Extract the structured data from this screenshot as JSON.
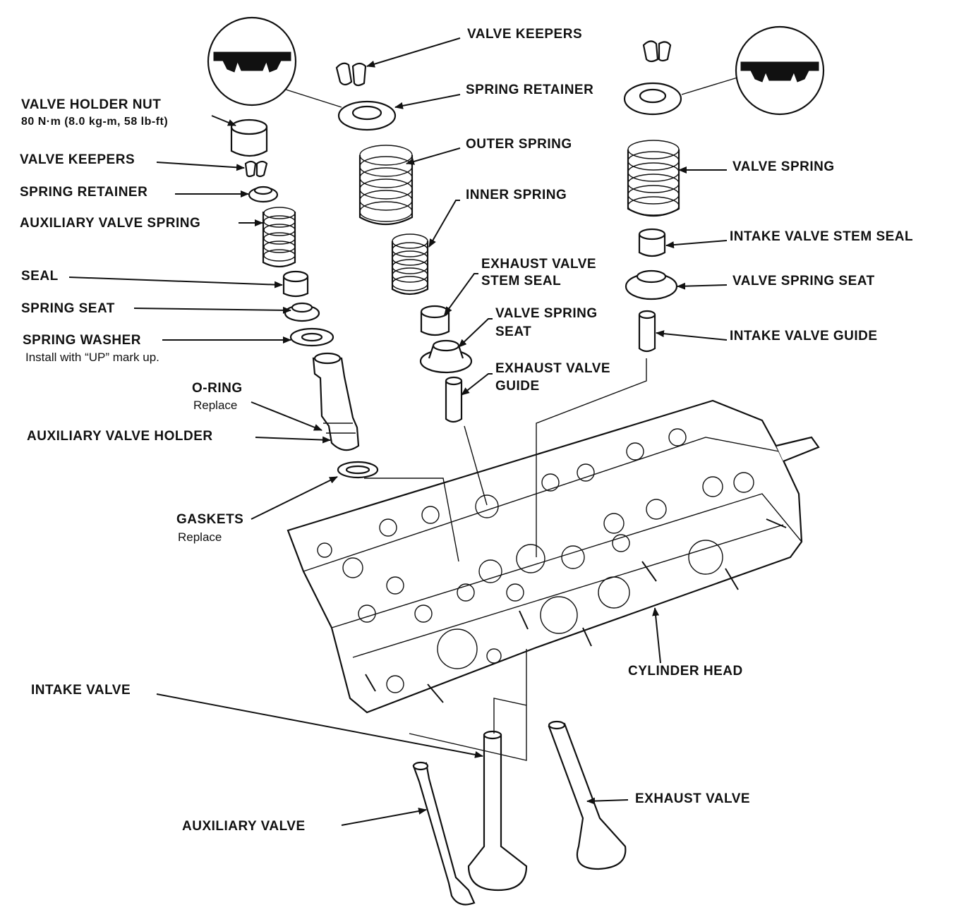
{
  "labels": {
    "valve_keepers_top": "VALVE KEEPERS",
    "spring_retainer_top": "SPRING RETAINER",
    "outer_spring": "OUTER SPRING",
    "inner_spring": "INNER SPRING",
    "exhaust_valve_stem_seal_1": "EXHAUST VALVE",
    "exhaust_valve_stem_seal_2": "STEM SEAL",
    "valve_spring_seat_mid_1": "VALVE SPRING",
    "valve_spring_seat_mid_2": "SEAT",
    "exhaust_valve_guide_1": "EXHAUST VALVE",
    "exhaust_valve_guide_2": "GUIDE",
    "valve_spring": "VALVE SPRING",
    "intake_valve_stem_seal": "INTAKE VALVE STEM SEAL",
    "valve_spring_seat_right": "VALVE SPRING SEAT",
    "intake_valve_guide": "INTAKE VALVE GUIDE",
    "valve_holder_nut": "VALVE HOLDER NUT",
    "valve_holder_nut_torque": "80 N·m (8.0 kg-m, 58 lb-ft)",
    "valve_keepers_left": "VALVE KEEPERS",
    "spring_retainer_left": "SPRING RETAINER",
    "auxiliary_valve_spring": "AUXILIARY VALVE SPRING",
    "seal": "SEAL",
    "spring_seat": "SPRING SEAT",
    "spring_washer": "SPRING WASHER",
    "spring_washer_note": "Install with “UP” mark up.",
    "o_ring": "O-RING",
    "o_ring_note": "Replace",
    "auxiliary_valve_holder": "AUXILIARY VALVE HOLDER",
    "gaskets": "GASKETS",
    "gaskets_note": "Replace",
    "cylinder_head": "CYLINDER HEAD",
    "intake_valve": "INTAKE VALVE",
    "exhaust_valve": "EXHAUST VALVE",
    "auxiliary_valve": "AUXILIARY VALVE"
  }
}
